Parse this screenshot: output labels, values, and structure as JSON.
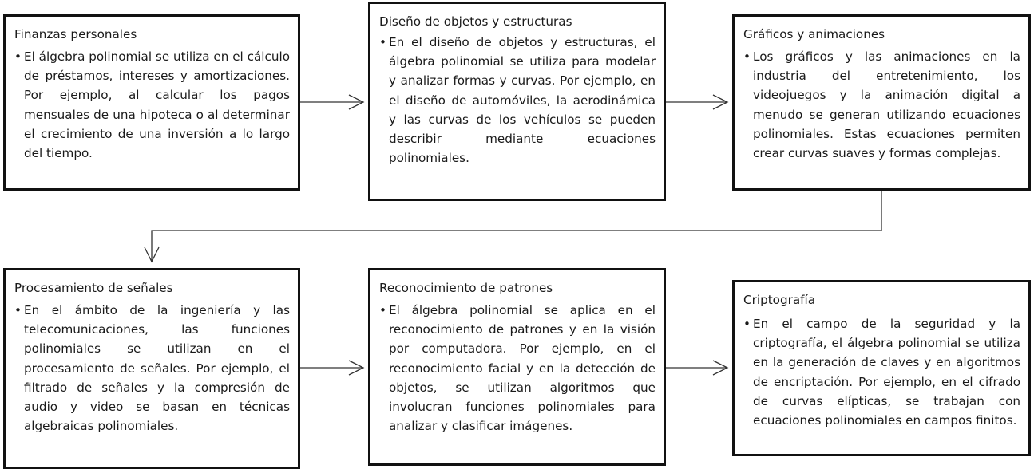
{
  "bullet_symbol": "•",
  "boxes": [
    {
      "title": "Finanzas personales",
      "text": "El álgebra polinomial se utiliza en el cálculo de préstamos, intereses y amortizaciones. Por ejemplo, al calcular los pagos mensuales de una hipoteca o al determinar el crecimiento de una inversión a lo largo del tiempo."
    },
    {
      "title": "Diseño de objetos y estructuras",
      "text": "En el diseño de objetos y estructuras, el álgebra polinomial se utiliza para modelar y analizar formas y curvas. Por ejemplo, en el diseño de automóviles, la aerodinámica y las curvas de los vehículos se pueden describir mediante ecuaciones polinomiales."
    },
    {
      "title": "Gráficos y animaciones",
      "text": "Los gráficos y las animaciones en la industria del entretenimiento, los videojuegos y la animación digital a menudo se generan utilizando ecuaciones polinomiales. Estas ecuaciones permiten crear curvas suaves y formas complejas."
    },
    {
      "title": "Procesamiento de señales",
      "text": "En el ámbito de la ingeniería y las telecomunicaciones, las funciones polinomiales se utilizan en el procesamiento de señales. Por ejemplo, el filtrado de señales y la compresión de audio y video se basan en técnicas algebraicas polinomiales."
    },
    {
      "title": "Reconocimiento de patrones",
      "text": "El álgebra polinomial se aplica en el reconocimiento de patrones y en la visión por computadora. Por ejemplo, en el reconocimiento facial y en la detección de objetos, se utilizan algoritmos que involucran funciones polinomiales para analizar y clasificar imágenes."
    },
    {
      "title": "Criptografía",
      "text": "En el campo de la seguridad y la criptografía, el álgebra polinomial se utiliza en la generación de claves y en algoritmos de encriptación. Por ejemplo, en el cifrado de curvas elípticas, se trabajan con ecuaciones polinomiales en campos finitos."
    }
  ]
}
